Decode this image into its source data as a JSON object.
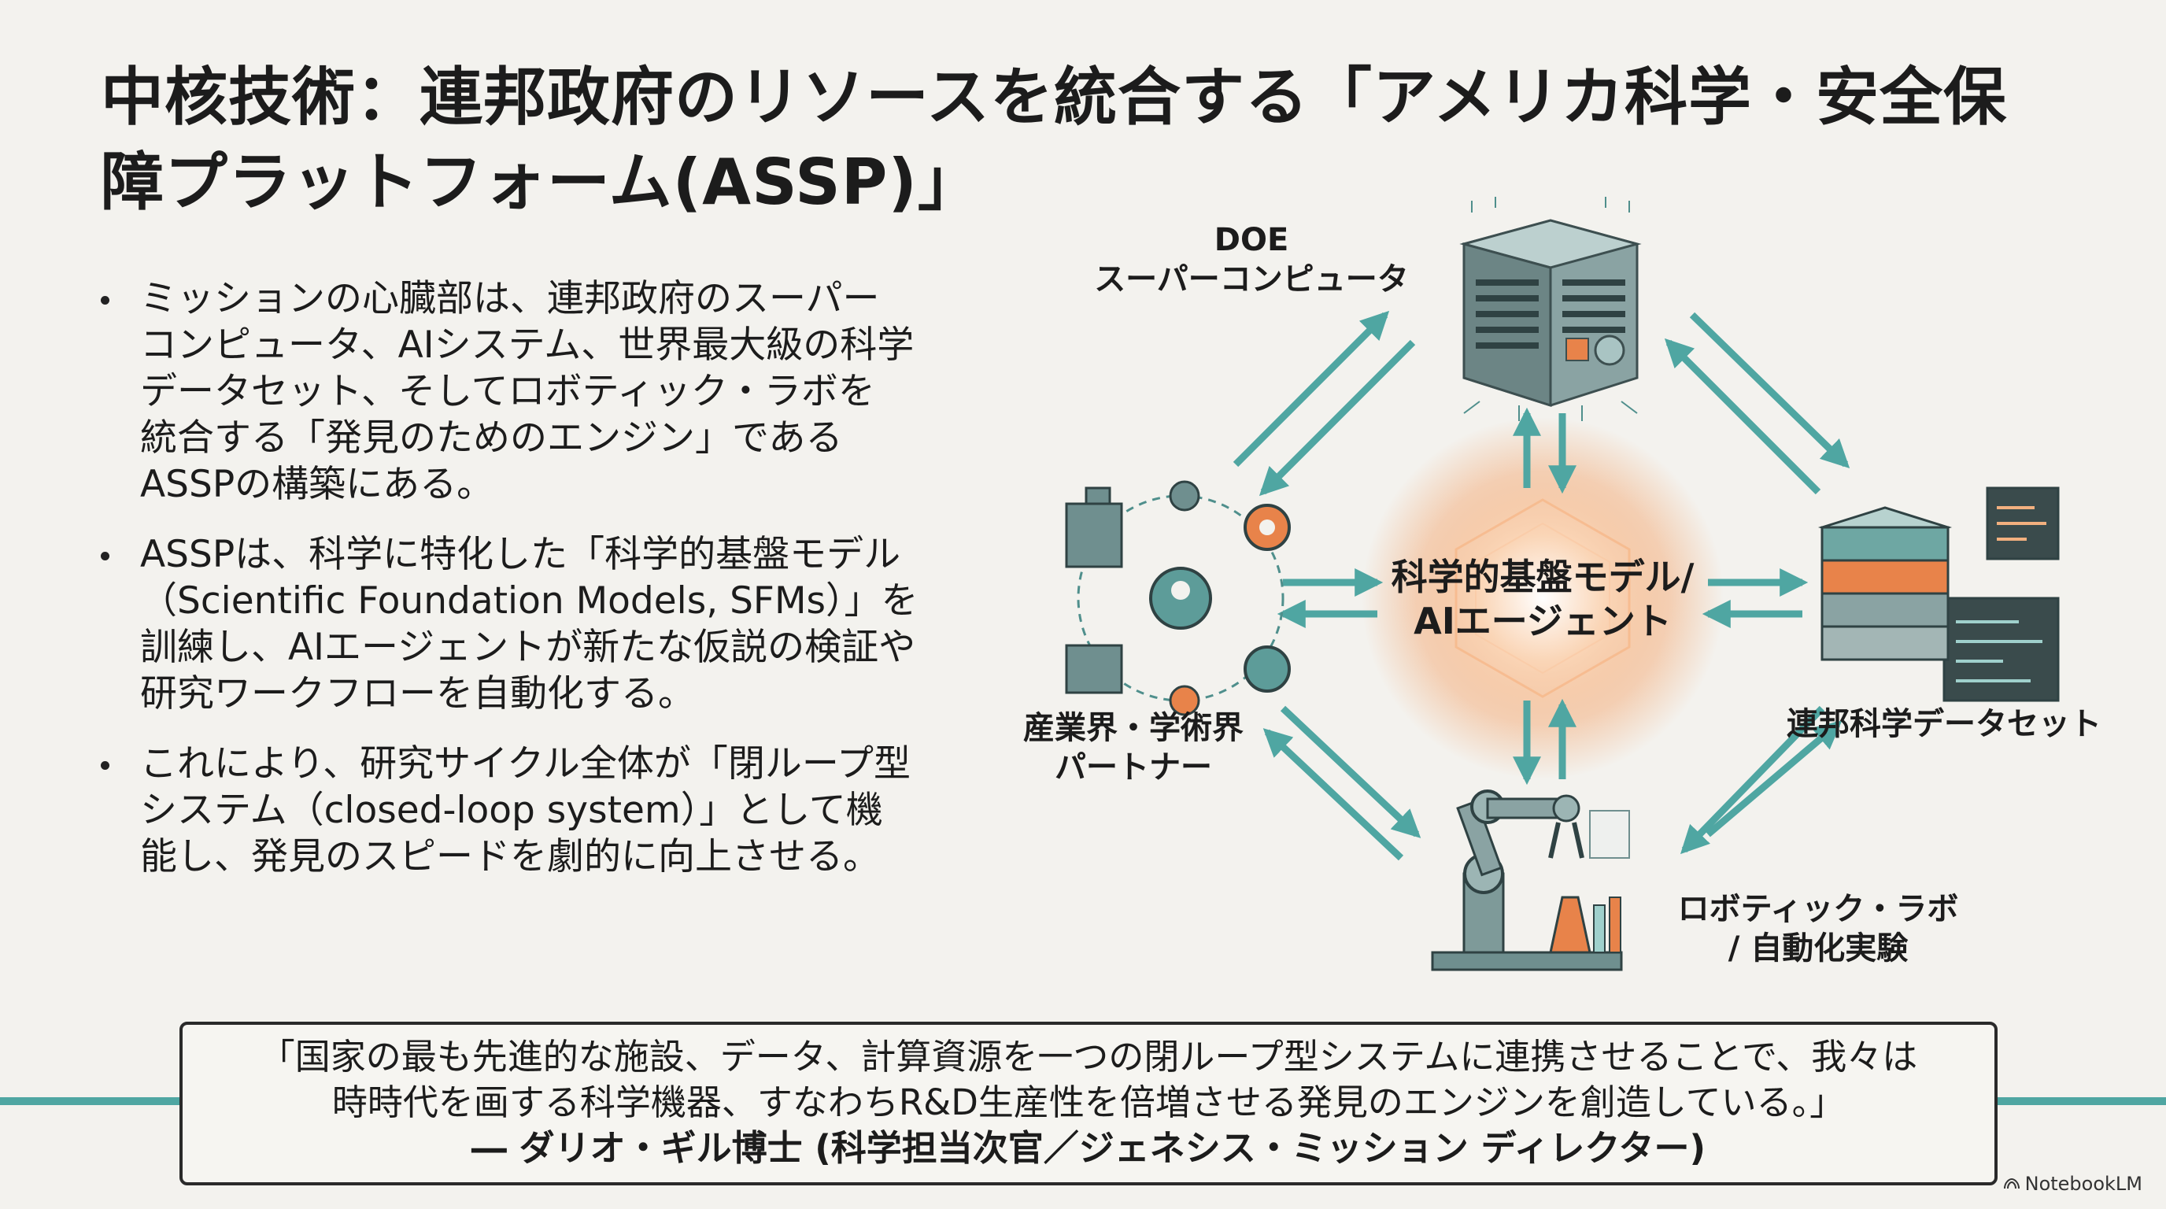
{
  "title": {
    "line1": "中核技術：連邦政府のリソースを統合する「アメリカ科学・安全保",
    "line2": "障プラットフォーム(ASSP)」"
  },
  "bullets": [
    {
      "lines": [
        "ミッションの心臓部は、連邦政府のスーパー",
        "コンピュータ、AIシステム、世界最大級の科学",
        "データセット、そしてロボティック・ラボを",
        "統合する「発見のためのエンジン」である",
        "ASSPの構築にある。"
      ]
    },
    {
      "lines": [
        "ASSPは、科学に特化した「科学的基盤モデル",
        "（Scientific Foundation Models, SFMs）」を",
        "訓練し、AIエージェントが新たな仮説の検証や",
        "研究ワークフローを自動化する。"
      ]
    },
    {
      "lines": [
        "これにより、研究サイクル全体が「閉ループ型",
        "システム（closed-loop system）」として機",
        "能し、発見のスピードを劇的に向上させる。"
      ]
    }
  ],
  "diagram": {
    "center": {
      "line1": "科学的基盤モデル/",
      "line2": "AIエージェント"
    },
    "nodes": {
      "top": {
        "line1": "DOE",
        "line2": "スーパーコンピュータ",
        "icon": "supercomputer-icon"
      },
      "left": {
        "line1": "産業界・学術界",
        "line2": "パートナー",
        "icon": "network-partners-icon"
      },
      "right": {
        "line1": "連邦科学データセット",
        "icon": "dataset-stack-icon"
      },
      "bottom": {
        "line1": "ロボティック・ラボ",
        "line2": "/ 自動化実験",
        "icon": "robotic-arm-icon"
      }
    },
    "colors": {
      "arrow": "#4fa6a2",
      "glow": "#f4a36a",
      "teal_dark": "#2f6f6e",
      "orange": "#e8834a"
    }
  },
  "quote": {
    "line1": "「国家の最も先進的な施設、データ、計算資源を一つの閉ループ型システムに連携させることで、我々は",
    "line2": "時時代を画する科学機器、すなわちR&D生産性を倍増させる発見のエンジンを創造している。」",
    "attribution": "― ダリオ・ギル博士 (科学担当次官／ジェネシス・ミッション ディレクター)"
  },
  "watermark": {
    "text": "NotebookLM"
  }
}
